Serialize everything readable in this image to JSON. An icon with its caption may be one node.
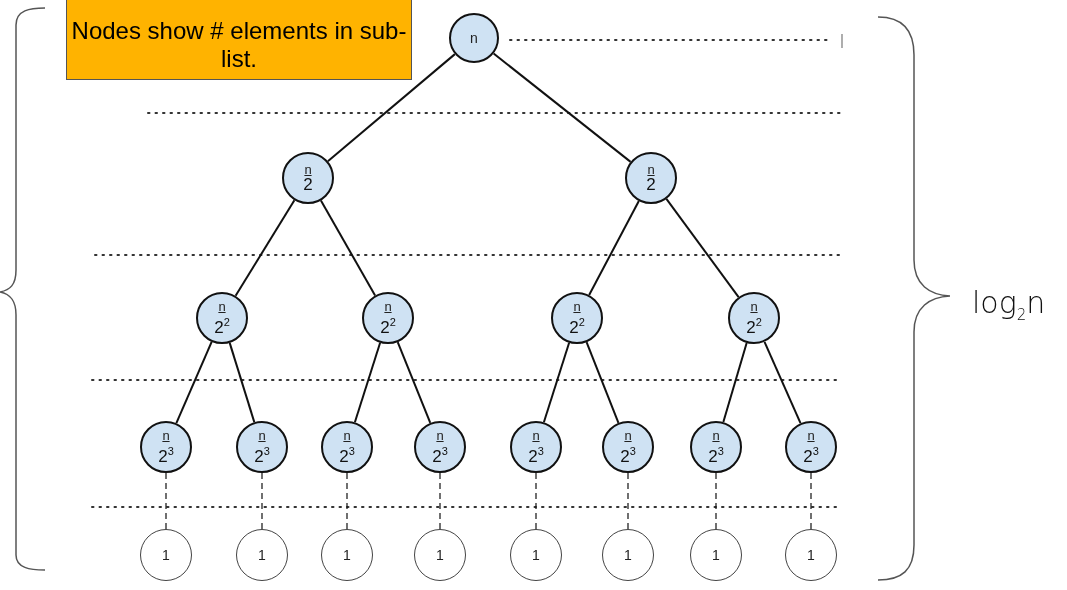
{
  "diagram": {
    "nodes": [
      {
        "text": [
          "Nodes show # elements in sub-list."
        ]
      },
      {
        "text": [
          "n"
        ]
      },
      {
        "text": [
          "n",
          "2"
        ]
      },
      {
        "text": [
          "n",
          "2"
        ]
      },
      {
        "text": [
          "n",
          "2$^{2}$"
        ]
      },
      {
        "text": [
          "n",
          "2$^{2}$"
        ]
      },
      {
        "text": [
          "n",
          "2$^{2}$"
        ]
      },
      {
        "text": [
          "n",
          "2$^{2}$"
        ]
      },
      {
        "text": [
          "n",
          "2$^{3}$"
        ]
      },
      {
        "text": [
          "n",
          "2$^{3}$"
        ]
      },
      {
        "text": [
          "n",
          "2$^{3}$"
        ]
      },
      {
        "text": [
          "n",
          "2$^{3}$"
        ]
      },
      {
        "text": [
          "n",
          "2$^{3}$"
        ]
      },
      {
        "text": [
          "n",
          "2$^{3}$"
        ]
      },
      {
        "text": [
          "n",
          "2$^{3}$"
        ]
      },
      {
        "text": [
          "n",
          "2$^{3}$"
        ]
      },
      {
        "text": [
          "1"
        ]
      },
      {
        "text": [
          "1"
        ]
      },
      {
        "text": [
          "1"
        ]
      },
      {
        "text": [
          "1"
        ]
      },
      {
        "text": [
          "1"
        ]
      },
      {
        "text": [
          "1"
        ]
      },
      {
        "text": [
          "1"
        ]
      },
      {
        "text": [
          "1"
        ]
      }
    ],
    "edges": [
      {
        "from": 1,
        "to": 2,
        "arrow": "none"
      },
      {
        "from": 1,
        "to": 3,
        "arrow": "none"
      },
      {
        "from": 2,
        "to": 4,
        "arrow": "none"
      },
      {
        "from": 2,
        "to": 5,
        "arrow": "none"
      },
      {
        "from": 3,
        "to": 6,
        "arrow": "none"
      },
      {
        "from": 3,
        "to": 7,
        "arrow": "none"
      },
      {
        "from": 4,
        "to": 8,
        "arrow": "none"
      },
      {
        "from": 4,
        "to": 9,
        "arrow": "none"
      },
      {
        "from": 5,
        "to": 10,
        "arrow": "none"
      },
      {
        "from": 5,
        "to": 11,
        "arrow": "none"
      },
      {
        "from": 6,
        "to": 12,
        "arrow": "none"
      },
      {
        "from": 6,
        "to": 13,
        "arrow": "none"
      },
      {
        "from": 7,
        "to": 14,
        "arrow": "none"
      },
      {
        "from": 7,
        "to": 15,
        "arrow": "none"
      },
      {
        "from": 8,
        "to": 16,
        "arrow": "none",
        "style": "dashed"
      },
      {
        "from": 9,
        "to": 17,
        "arrow": "none",
        "style": "dashed"
      },
      {
        "from": 10,
        "to": 18,
        "arrow": "none",
        "style": "dashed"
      },
      {
        "from": 11,
        "to": 19,
        "arrow": "none",
        "style": "dashed"
      },
      {
        "from": 12,
        "to": 20,
        "arrow": "none",
        "style": "dashed"
      },
      {
        "from": 13,
        "to": 21,
        "arrow": "none",
        "style": "dashed"
      },
      {
        "from": 14,
        "to": 22,
        "arrow": "none",
        "style": "dashed"
      },
      {
        "from": 15,
        "to": 23,
        "arrow": "none",
        "style": "dashed"
      }
    ],
    "labels": [
      "log$_{2}$n"
    ]
  }
}
